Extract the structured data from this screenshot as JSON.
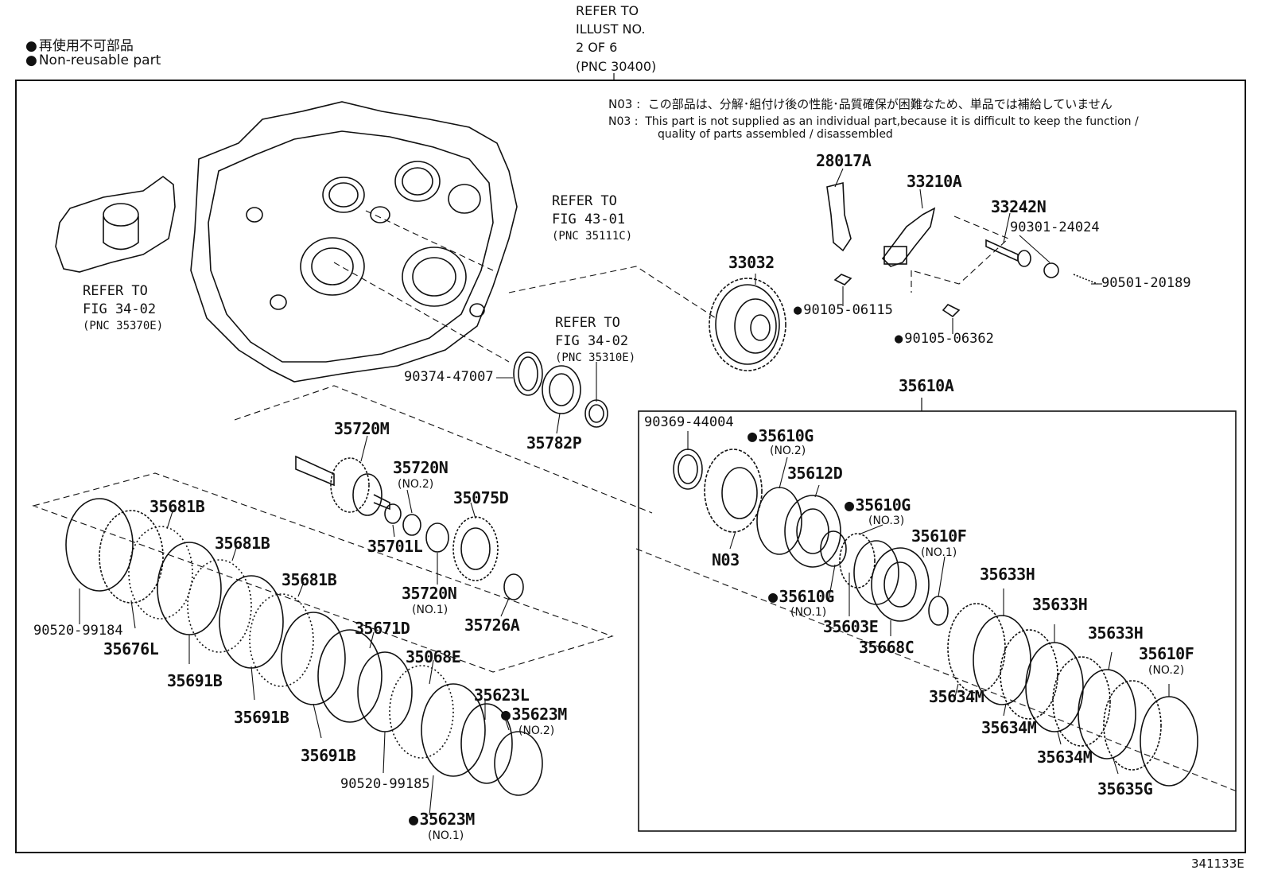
{
  "legend": {
    "jp": "再使用不可部品",
    "en": "Non-reusable part"
  },
  "top_ref": [
    "REFER TO",
    "ILLUST NO.",
    "2 OF 6",
    "(PNC 30400)"
  ],
  "note": {
    "code": "N03 :",
    "jp": "この部品は、分解･組付け後の性能･品質確保が困難なため、単品では補給していません",
    "en1": "This part is not supplied as an individual part,because it is difficult to keep the function /",
    "en2": "quality of parts assembled / disassembled"
  },
  "refs": {
    "fig4301": [
      "REFER TO",
      "FIG 43-01",
      "(PNC 35111C)"
    ],
    "fig3402a": [
      "REFER TO",
      "FIG 34-02",
      "(PNC 35370E)"
    ],
    "fig3402b": [
      "REFER TO",
      "FIG 34-02",
      "(PNC 35310E)"
    ]
  },
  "parts": {
    "p28017A": "28017A",
    "p33210A": "33210A",
    "p33242N": "33242N",
    "p90301": "90301-24024",
    "p90501": "90501-20189",
    "p90105a": "90105-06115",
    "p90105b": "90105-06362",
    "p33032": "33032",
    "p90374": "90374-47007",
    "p35782P": "35782P",
    "p35610A": "35610A",
    "p35720M": "35720M",
    "p35720N2": "35720N",
    "p35720N2sub": "(NO.2)",
    "p35075D": "35075D",
    "p35701L": "35701L",
    "p35720N1": "35720N",
    "p35720N1sub": "(NO.1)",
    "p35726A": "35726A",
    "p90369": "90369-44004",
    "p35610G2": "35610G",
    "p35610G2sub": "(NO.2)",
    "p35612D": "35612D",
    "p35610G3": "35610G",
    "p35610G3sub": "(NO.3)",
    "pN03": "N03",
    "p35610F1": "35610F",
    "p35610F1sub": "(NO.1)",
    "p35610G1": "35610G",
    "p35610G1sub": "(NO.1)",
    "p35603E": "35603E",
    "p35668C": "35668C",
    "p35633H1": "35633H",
    "p35633H2": "35633H",
    "p35633H3": "35633H",
    "p35610F2": "35610F",
    "p35610F2sub": "(NO.2)",
    "p35634M1": "35634M",
    "p35634M2": "35634M",
    "p35634M3": "35634M",
    "p35635G": "35635G",
    "p35681B1": "35681B",
    "p35681B2": "35681B",
    "p35681B3": "35681B",
    "p90520a": "90520-99184",
    "p35676L": "35676L",
    "p35691B1": "35691B",
    "p35691B2": "35691B",
    "p35691B3": "35691B",
    "p35671D": "35671D",
    "p35068E": "35068E",
    "p35623L": "35623L",
    "p35623M2": "35623M",
    "p35623M2sub": "(NO.2)",
    "p90520b": "90520-99185",
    "p35623M1": "35623M",
    "p35623M1sub": "(NO.1)"
  },
  "figure_id": "341133E"
}
